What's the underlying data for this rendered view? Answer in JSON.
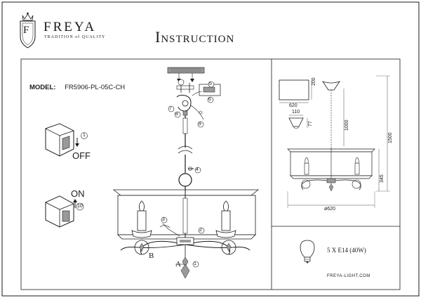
{
  "brand": {
    "name": "FREYA",
    "tagline": "TRADITION of QUALITY",
    "monogram": "F"
  },
  "title": "Instruction",
  "model": {
    "label": "MODEL:",
    "code": "FR5906-PL-05C-CH"
  },
  "switch_off": {
    "step": "1",
    "label": "OFF"
  },
  "switch_on": {
    "step": "10",
    "label": "ON"
  },
  "callouts": [
    "5",
    "6",
    "7",
    "8",
    "9",
    "4",
    "3",
    "2",
    "1"
  ],
  "part_labels": {
    "a": "A",
    "b": "B"
  },
  "dimensions": {
    "shade_width": "620",
    "shade_height": "200",
    "cup_width": "110",
    "cup_height": "77",
    "chain": "1000",
    "total_height": "1500",
    "lamp_height": "345",
    "diameter": "ø620"
  },
  "spec": "5 X E14 (40W)",
  "website": "FREYA-LIGHT.COM",
  "colors": {
    "line": "#1a1a1a",
    "fill": "#9a9a9a",
    "panel": "#ffffff"
  }
}
